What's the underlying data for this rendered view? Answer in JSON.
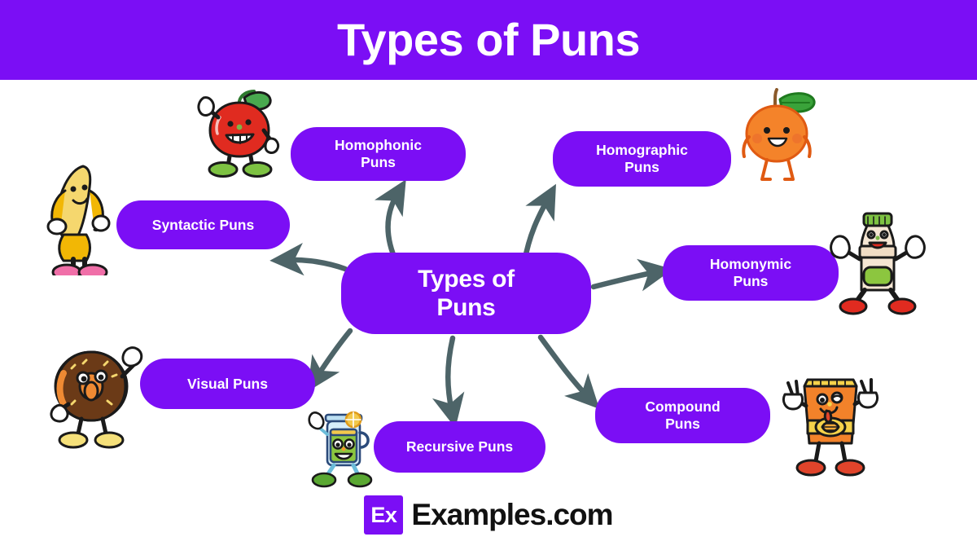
{
  "header": {
    "title": "Types of Puns",
    "background_color": "#7b0ef5",
    "text_color": "#ffffff"
  },
  "diagram": {
    "type": "mind-map",
    "node_color": "#7b0ef5",
    "node_text_color": "#ffffff",
    "connector_color": "#4d6468",
    "center": {
      "label": "Types of\nPuns"
    },
    "branches": [
      {
        "id": "homophonic",
        "label": "Homophonic\nPuns"
      },
      {
        "id": "homographic",
        "label": "Homographic\nPuns"
      },
      {
        "id": "syntactic",
        "label": "Syntactic Puns"
      },
      {
        "id": "homonymic",
        "label": "Homonymic\nPuns"
      },
      {
        "id": "visual",
        "label": "Visual Puns"
      },
      {
        "id": "recursive",
        "label": "Recursive Puns"
      },
      {
        "id": "compound",
        "label": "Compound\nPuns"
      }
    ]
  },
  "characters": [
    {
      "id": "banana",
      "name": "banana-character"
    },
    {
      "id": "apple",
      "name": "apple-character"
    },
    {
      "id": "orange",
      "name": "orange-character"
    },
    {
      "id": "bottle",
      "name": "bottle-character"
    },
    {
      "id": "donut",
      "name": "donut-character"
    },
    {
      "id": "drink-jar",
      "name": "drink-jar-character"
    },
    {
      "id": "chips-bag",
      "name": "chips-bag-character"
    }
  ],
  "footer": {
    "logo_mark": "Ex",
    "logo_text": "Examples.com",
    "logo_mark_color": "#7b0ef5",
    "logo_text_color": "#111111"
  }
}
